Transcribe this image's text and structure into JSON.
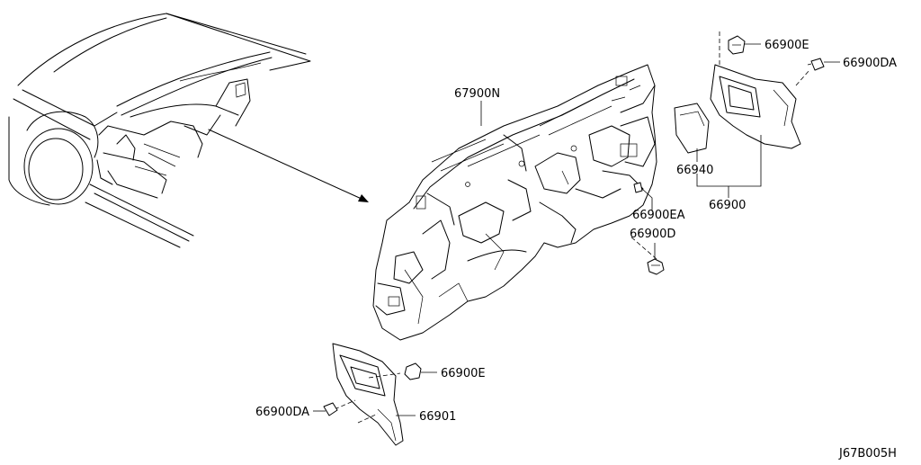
{
  "diagram_id": "J67B005H",
  "callouts": [
    {
      "key": "c_67900n",
      "text": "67900N"
    },
    {
      "key": "c_66900e_top",
      "text": "66900E"
    },
    {
      "key": "c_66900da_top",
      "text": "66900DA"
    },
    {
      "key": "c_66940",
      "text": "66940"
    },
    {
      "key": "c_66900",
      "text": "66900"
    },
    {
      "key": "c_66900ea",
      "text": "66900EA"
    },
    {
      "key": "c_66900d",
      "text": "66900D"
    },
    {
      "key": "c_66900e_bottom",
      "text": "66900E"
    },
    {
      "key": "c_66900da_bottom",
      "text": "66900DA"
    },
    {
      "key": "c_66901",
      "text": "66901"
    }
  ]
}
